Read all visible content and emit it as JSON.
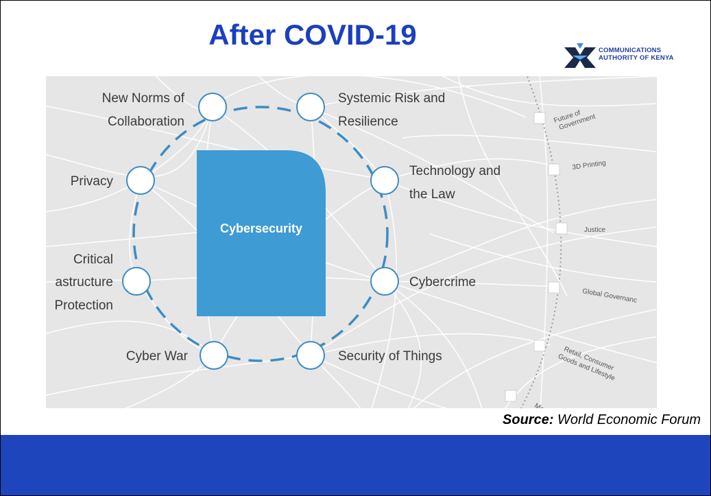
{
  "slide": {
    "title": "After COVID-19",
    "logo": {
      "line1": "COMMUNICATIONS",
      "line2": "AUTHORITY OF KENYA"
    },
    "source": {
      "label": "Source:",
      "text": " World Economic Forum"
    }
  },
  "diagram": {
    "center": "Cybersecurity",
    "nodes": [
      {
        "line1": "New Norms of",
        "line2": "Collaboration"
      },
      {
        "line1": "Systemic Risk and",
        "line2": "Resilience"
      },
      {
        "line1": "Technology and",
        "line2": "the Law"
      },
      {
        "line1": "Privacy"
      },
      {
        "line1": "Critical",
        "line2": "astructure",
        "line3": "Protection"
      },
      {
        "line1": "Cybercrime"
      },
      {
        "line1": "Cyber War"
      },
      {
        "line1": "Security of Things"
      }
    ],
    "outer_topics": [
      {
        "line1": "Future of",
        "line2": "Government"
      },
      {
        "line1": "3D Printing"
      },
      {
        "line1": "Justice"
      },
      {
        "line1": "Global Governanc"
      },
      {
        "line1": "Retail, Consumer",
        "line2": "Goods and Lifestyle"
      },
      {
        "line1": "Me"
      }
    ]
  },
  "colors": {
    "title": "#1c3fbf",
    "center_box": "#3e9bd3",
    "ring": "#3d8cc4",
    "node_stroke": "#3d8cc4",
    "figure_bg": "#e6e6e6",
    "footer": "#1e45bb"
  }
}
